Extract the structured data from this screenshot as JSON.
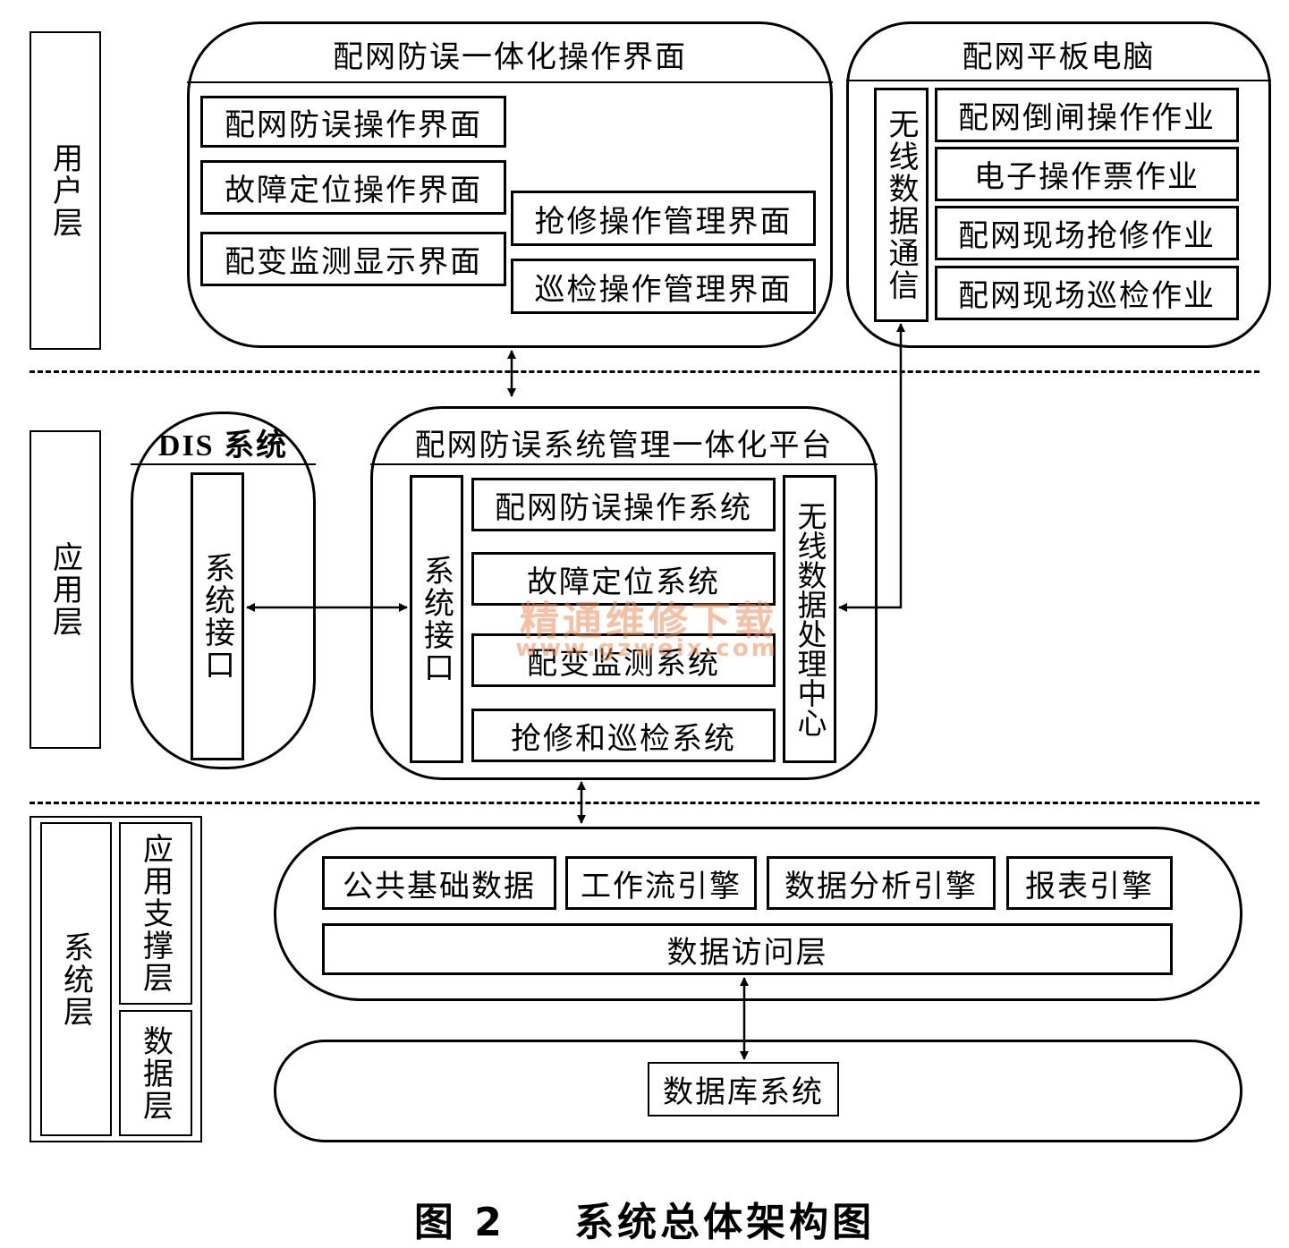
{
  "layers": {
    "user": "用户层",
    "application": "应用层",
    "system": "系统层",
    "app_support": "应用支撑层",
    "data": "数据层"
  },
  "user_layer": {
    "main_panel": {
      "title": "配网防误一体化操作界面",
      "items": [
        "配网防误操作界面",
        "故障定位操作界面",
        "配变监测显示界面",
        "抢修操作管理界面",
        "巡检操作管理界面"
      ]
    },
    "tablet": {
      "title": "配网平板电脑",
      "comm": "无线数据通信",
      "items": [
        "配网倒闸操作作业",
        "电子操作票作业",
        "配网现场抢修作业",
        "配网现场巡检作业"
      ]
    }
  },
  "app_layer": {
    "dis": {
      "title": "DIS 系统",
      "interface": "系统接口"
    },
    "platform": {
      "title": "配网防误系统管理一体化平台",
      "interface": "系统接口",
      "items": [
        "配网防误操作系统",
        "故障定位系统",
        "配变监测系统",
        "抢修和巡检系统"
      ],
      "wireless": "无线数据处理中心"
    }
  },
  "system_layer": {
    "engines": [
      "公共基础数据",
      "工作流引擎",
      "数据分析引擎",
      "报表引擎"
    ],
    "data_access": "数据访问层",
    "database": "数据库系统"
  },
  "watermark": {
    "line1": "精通维修下载",
    "line2": "www.gzweix.com"
  },
  "caption": "图 2    系统总体架构图"
}
